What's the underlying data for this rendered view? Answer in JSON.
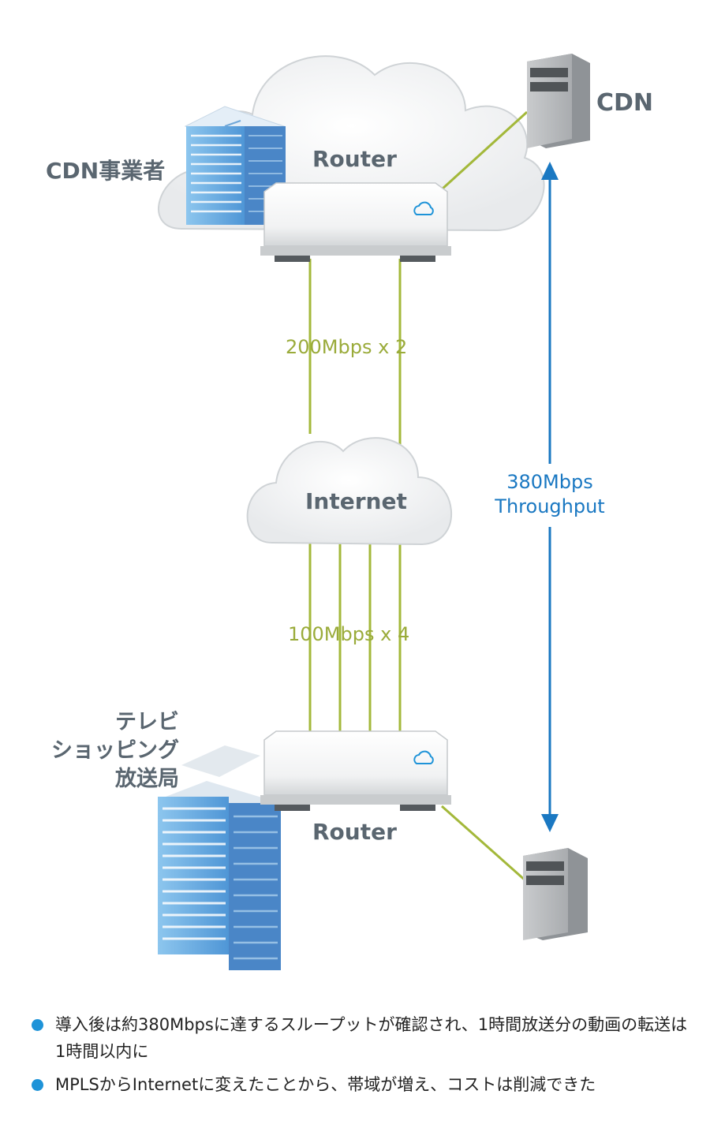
{
  "top": {
    "org_label": "CDN事業者",
    "router_label": "Router",
    "server_label": "CDN"
  },
  "links": {
    "upper_label": "200Mbps x 2",
    "lower_label": "100Mbps x 4"
  },
  "internet": {
    "label": "Internet"
  },
  "throughput": {
    "line1": "380Mbps",
    "line2": "Throughput"
  },
  "bottom": {
    "org_line1": "テレビ",
    "org_line2": "ショッピング",
    "org_line3": "放送局",
    "router_label": "Router"
  },
  "notes": [
    "導入後は約380Mbpsに達するスループットが確認され、1時間放送分の動画の転送は1時間以内に",
    "MPLSからInternetに変えたことから、帯域が増え、コストは削減できた"
  ],
  "colors": {
    "link_green": "#a3b83a",
    "accent_blue": "#1a78c2",
    "label_gray": "#5a6670",
    "bullet_blue": "#1e93d8"
  },
  "icons": [
    "cloud-icon",
    "building-icon",
    "router-icon",
    "server-icon",
    "double-arrow-icon"
  ]
}
